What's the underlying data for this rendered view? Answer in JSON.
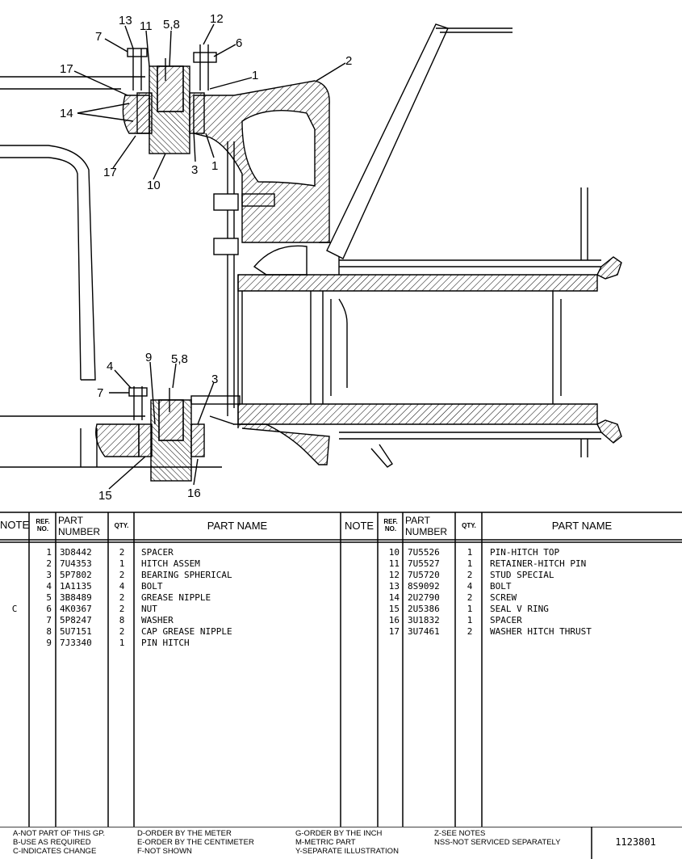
{
  "callouts": {
    "c13": "13",
    "c11": "11",
    "c58a": "5,8",
    "c12": "12",
    "c7a": "7",
    "c6": "6",
    "c17a": "17",
    "c1a": "1",
    "c2": "2",
    "c14": "14",
    "c17b": "17",
    "c3a": "3",
    "c1b": "1",
    "c10": "10",
    "c4": "4",
    "c9": "9",
    "c58b": "5,8",
    "c3b": "3",
    "c7b": "7",
    "c15": "15",
    "c16": "16"
  },
  "table": {
    "headers": {
      "note": "NOTE",
      "ref_no": "REF. NO.",
      "part_number": "PART NUMBER",
      "qty": "QTY.",
      "part_name": "PART NAME"
    },
    "left_rows": [
      {
        "note": "",
        "ref": "1",
        "part_number": "3D8442",
        "qty": "2",
        "name": "SPACER"
      },
      {
        "note": "",
        "ref": "2",
        "part_number": "7U4353",
        "qty": "1",
        "name": "HITCH ASSEM"
      },
      {
        "note": "",
        "ref": "3",
        "part_number": "5P7802",
        "qty": "2",
        "name": "BEARING SPHERICAL"
      },
      {
        "note": "",
        "ref": "4",
        "part_number": "1A1135",
        "qty": "4",
        "name": "BOLT"
      },
      {
        "note": "",
        "ref": "5",
        "part_number": "3B8489",
        "qty": "2",
        "name": "GREASE NIPPLE"
      },
      {
        "note": "C",
        "ref": "6",
        "part_number": "4K0367",
        "qty": "2",
        "name": "NUT"
      },
      {
        "note": "",
        "ref": "7",
        "part_number": "5P8247",
        "qty": "8",
        "name": "WASHER"
      },
      {
        "note": "",
        "ref": "8",
        "part_number": "5U7151",
        "qty": "2",
        "name": "CAP GREASE NIPPLE"
      },
      {
        "note": "",
        "ref": "9",
        "part_number": "7J3340",
        "qty": "1",
        "name": "PIN HITCH"
      }
    ],
    "right_rows": [
      {
        "note": "",
        "ref": "10",
        "part_number": "7U5526",
        "qty": "1",
        "name": "PIN-HITCH TOP"
      },
      {
        "note": "",
        "ref": "11",
        "part_number": "7U5527",
        "qty": "1",
        "name": "RETAINER-HITCH PIN"
      },
      {
        "note": "",
        "ref": "12",
        "part_number": "7U5720",
        "qty": "2",
        "name": "STUD SPECIAL"
      },
      {
        "note": "",
        "ref": "13",
        "part_number": "8S9092",
        "qty": "4",
        "name": "BOLT"
      },
      {
        "note": "",
        "ref": "14",
        "part_number": "2U2790",
        "qty": "2",
        "name": "SCREW"
      },
      {
        "note": "",
        "ref": "15",
        "part_number": "2U5386",
        "qty": "1",
        "name": "SEAL V RING"
      },
      {
        "note": "",
        "ref": "16",
        "part_number": "3U1832",
        "qty": "1",
        "name": "SPACER"
      },
      {
        "note": "",
        "ref": "17",
        "part_number": "3U7461",
        "qty": "2",
        "name": "WASHER HITCH THRUST"
      }
    ]
  },
  "legend": {
    "a": "A-NOT PART OF THIS GP.",
    "b": "B-USE AS REQUIRED",
    "c": "C-INDICATES CHANGE",
    "d": "D-ORDER BY THE METER",
    "e": "E-ORDER BY THE CENTIMETER",
    "f": "F-NOT SHOWN",
    "g": "G-ORDER BY THE INCH",
    "m": "M-METRIC PART",
    "y": "Y-SEPARATE ILLUSTRATION",
    "z": "Z-SEE NOTES",
    "nss": "NSS-NOT SERVICED SEPARATELY",
    "doc_number": "1123801"
  }
}
